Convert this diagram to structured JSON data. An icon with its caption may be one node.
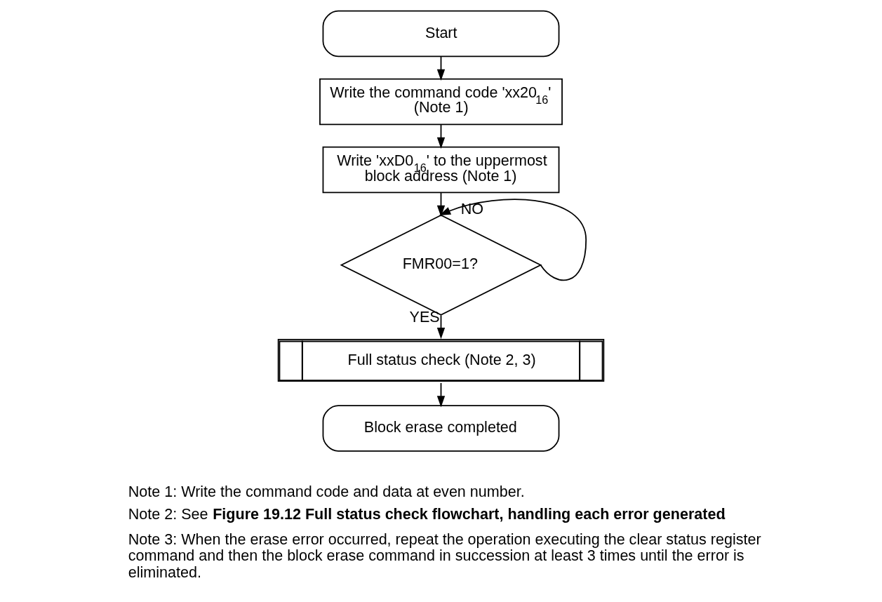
{
  "diagram": {
    "nodes": [
      {
        "text": [
          "Start"
        ]
      },
      {
        "text": [
          "Write the command code 'xx20$_{16}$' (Note 1)"
        ]
      },
      {
        "text": [
          "Write 'xxD0$_{16}$' to the uppermost block address (Note 1)"
        ]
      },
      {
        "text": [
          "FMR00=1?"
        ]
      },
      {
        "text": [
          "Full status check (Note 2, 3)"
        ]
      },
      {
        "text": [
          "Block erase completed"
        ]
      }
    ],
    "edges": [
      {
        "from": 0,
        "to": 1,
        "arrow": "to"
      },
      {
        "from": 1,
        "to": 2,
        "arrow": "to"
      },
      {
        "from": 2,
        "to": 3,
        "arrow": "to"
      },
      {
        "from": 3,
        "to": 3,
        "label": "NO",
        "arrow": "to"
      },
      {
        "from": 3,
        "to": 4,
        "label": "YES",
        "arrow": "to"
      },
      {
        "from": 4,
        "to": 5,
        "arrow": "to"
      }
    ],
    "labels": [
      "Note 1: Write the command code and data at even number.",
      "Note 2: See **Figure 19.12 Full status check flowchart, handling each error generated**.",
      "Note 3: When the erase error occurred, repeat the operation executing the clear status register command and then the block erase command in succession at least 3 times until the error is eliminated."
    ]
  }
}
